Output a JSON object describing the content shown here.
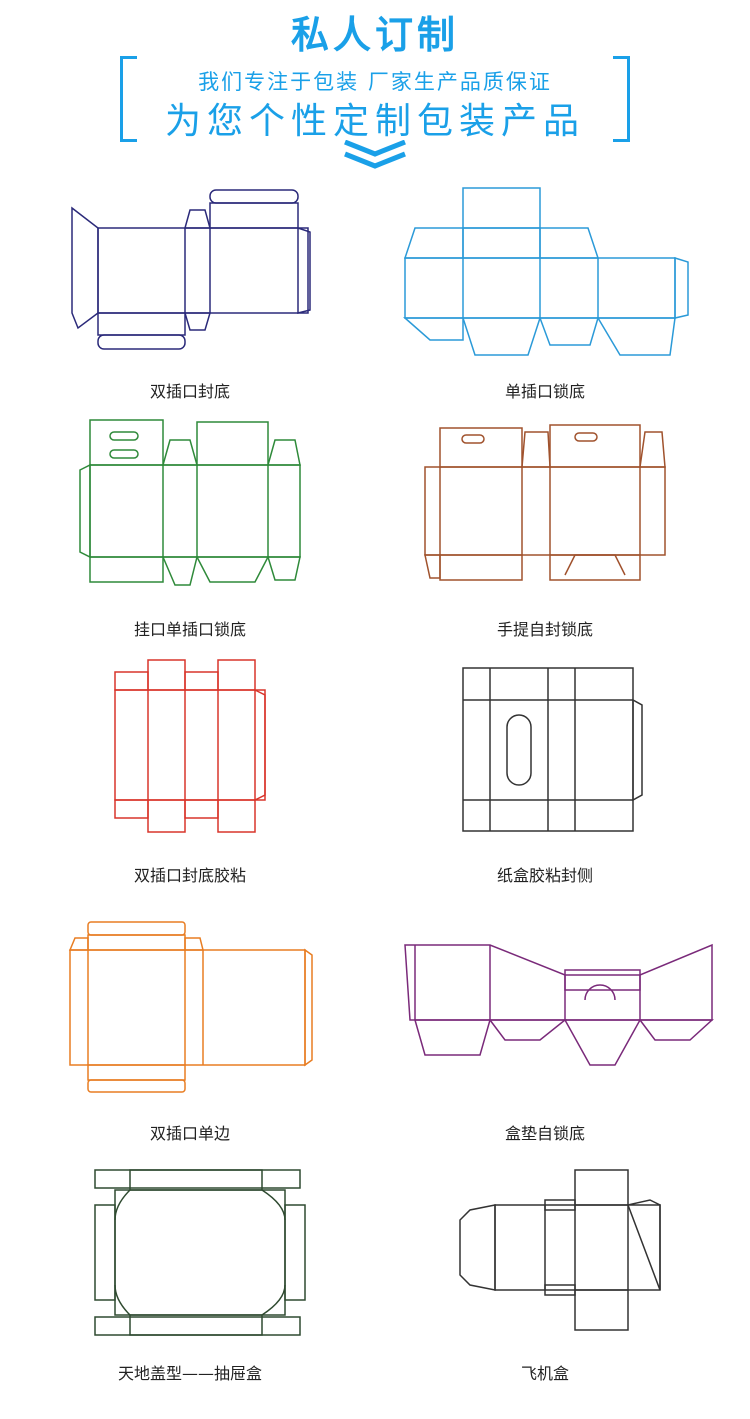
{
  "header": {
    "title": "私人订制",
    "subtitle": "我们专注于包装 厂家生产品质保证",
    "slogan": "为您个性定制包装产品"
  },
  "colors": {
    "accent": "#1aa0e8",
    "box1": "#2b2a7a",
    "box2": "#2b9ad8",
    "box3": "#2f8a3a",
    "box4": "#a0522d",
    "box5": "#d9352b",
    "box6": "#333333",
    "box7": "#e87d22",
    "box8": "#7a2a7a",
    "box9": "#2f4a30",
    "box10": "#333333"
  },
  "boxes": [
    {
      "name": "双插口封底"
    },
    {
      "name": "单插口锁底"
    },
    {
      "name": "挂口单插口锁底"
    },
    {
      "name": "手提自封锁底"
    },
    {
      "name": "双插口封底胶粘"
    },
    {
      "name": "纸盒胶粘封侧"
    },
    {
      "name": "双插口单边"
    },
    {
      "name": "盒垫自锁底"
    },
    {
      "name": "天地盖型——抽屉盒"
    },
    {
      "name": "飞机盒"
    }
  ]
}
